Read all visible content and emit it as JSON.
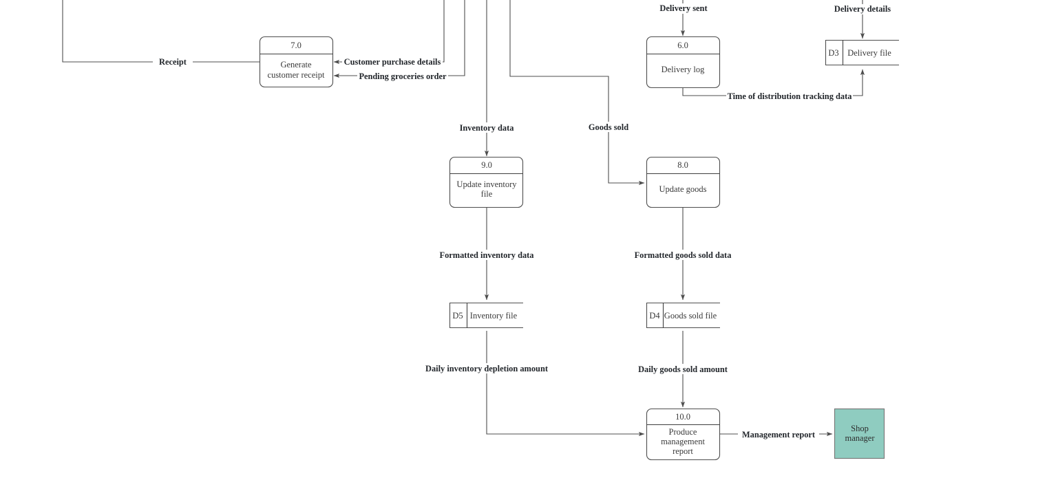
{
  "diagram": {
    "type": "data-flow-diagram",
    "background_color": "#ffffff",
    "line_color": "#4d4d4d",
    "entity_fill_color": "#8fccc0",
    "processes": [
      {
        "id": "p7",
        "number": "7.0",
        "name_line1": "Generate",
        "name_line2": "customer receipt",
        "name_line3": ""
      },
      {
        "id": "p6",
        "number": "6.0",
        "name_line1": "Delivery log",
        "name_line2": "",
        "name_line3": ""
      },
      {
        "id": "p9",
        "number": "9.0",
        "name_line1": "Update inventory",
        "name_line2": "file",
        "name_line3": ""
      },
      {
        "id": "p8",
        "number": "8.0",
        "name_line1": "Update goods",
        "name_line2": "",
        "name_line3": ""
      },
      {
        "id": "p10",
        "number": "10.0",
        "name_line1": "Produce",
        "name_line2": "management",
        "name_line3": "report"
      }
    ],
    "data_stores": [
      {
        "id": "d3",
        "code": "D3",
        "name": "Delivery file"
      },
      {
        "id": "d5",
        "code": "D5",
        "name": "Inventory file"
      },
      {
        "id": "d4",
        "code": "D4",
        "name": "Goods sold file"
      }
    ],
    "external_entities": [
      {
        "id": "e1",
        "name_line1": "Shop",
        "name_line2": "manager"
      }
    ],
    "flows": [
      {
        "id": "f1",
        "label": "Receipt"
      },
      {
        "id": "f2",
        "label": "Customer purchase details"
      },
      {
        "id": "f3",
        "label": "Pending groceries order"
      },
      {
        "id": "f4",
        "label": "Delivery sent"
      },
      {
        "id": "f5",
        "label": "Delivery details"
      },
      {
        "id": "f6",
        "label": "Time of distribution tracking data"
      },
      {
        "id": "f7",
        "label": "Inventory data"
      },
      {
        "id": "f8",
        "label": "Goods sold"
      },
      {
        "id": "f9",
        "label": "Formatted inventory data"
      },
      {
        "id": "f10",
        "label": "Formatted goods sold data"
      },
      {
        "id": "f11",
        "label": "Daily inventory depletion amount"
      },
      {
        "id": "f12",
        "label": "Daily goods sold amount"
      },
      {
        "id": "f13",
        "label": "Management report"
      }
    ]
  }
}
